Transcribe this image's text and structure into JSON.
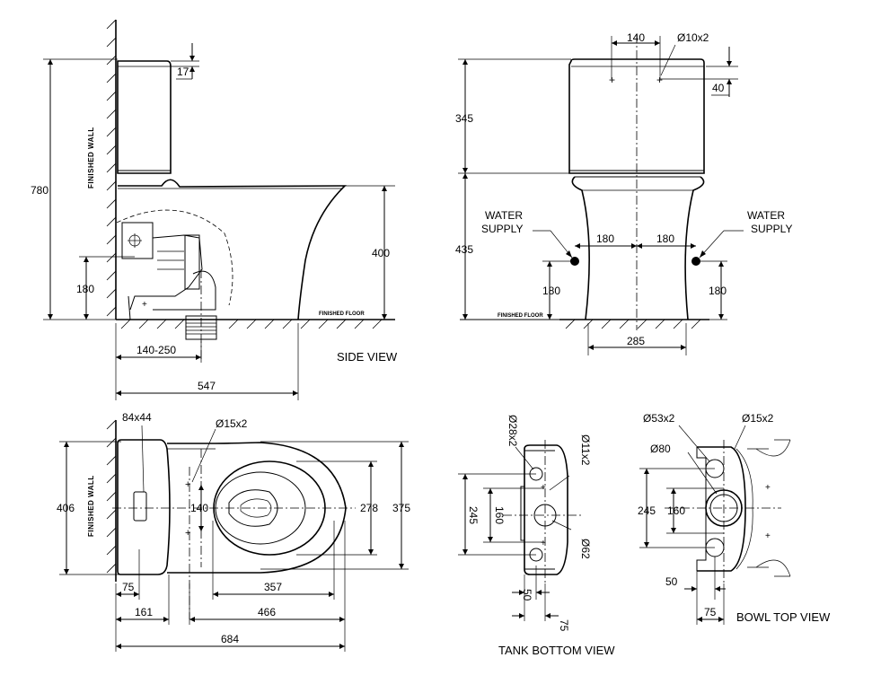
{
  "views": {
    "side": {
      "title": "SIDE VIEW",
      "wall_label": "FINISHED WALL",
      "floor_label": "FINISHED FLOOR",
      "dims": {
        "d17": "17",
        "d780": "780",
        "d400": "400",
        "d180": "180",
        "d140_250": "140-250",
        "d547": "547"
      }
    },
    "front": {
      "floor_label": "FINISHED FLOOR",
      "water_left": [
        "WATER",
        "SUPPLY"
      ],
      "water_right": [
        "WATER",
        "SUPPLY"
      ],
      "dims": {
        "d140": "140",
        "hole": "Ø10x2",
        "d40": "40",
        "d345": "345",
        "d435": "435",
        "d180l": "180",
        "d180r": "180",
        "d180vl": "180",
        "d180vr": "180",
        "d285": "285"
      }
    },
    "top": {
      "wall_label": "FINISHED WALL",
      "dims": {
        "d84x44": "84x44",
        "hole": "Ø15x2",
        "d406": "406",
        "d140": "140",
        "d278": "278",
        "d375": "375",
        "d75": "75",
        "d357": "357",
        "d161": "161",
        "d466": "466",
        "d684": "684"
      }
    },
    "tank_bottom": {
      "title": "TANK BOTTOM VIEW",
      "dims": {
        "h28": "Ø28x2",
        "h11": "Ø11x2",
        "h62": "Ø62",
        "d245": "245",
        "d160": "160",
        "d50": "50",
        "d75": "75"
      }
    },
    "bowl_top": {
      "title": "BOWL TOP VIEW",
      "dims": {
        "h53": "Ø53x2",
        "h15": "Ø15x2",
        "h80": "Ø80",
        "d245": "245",
        "d160": "160",
        "d50": "50",
        "d75": "75"
      }
    }
  }
}
